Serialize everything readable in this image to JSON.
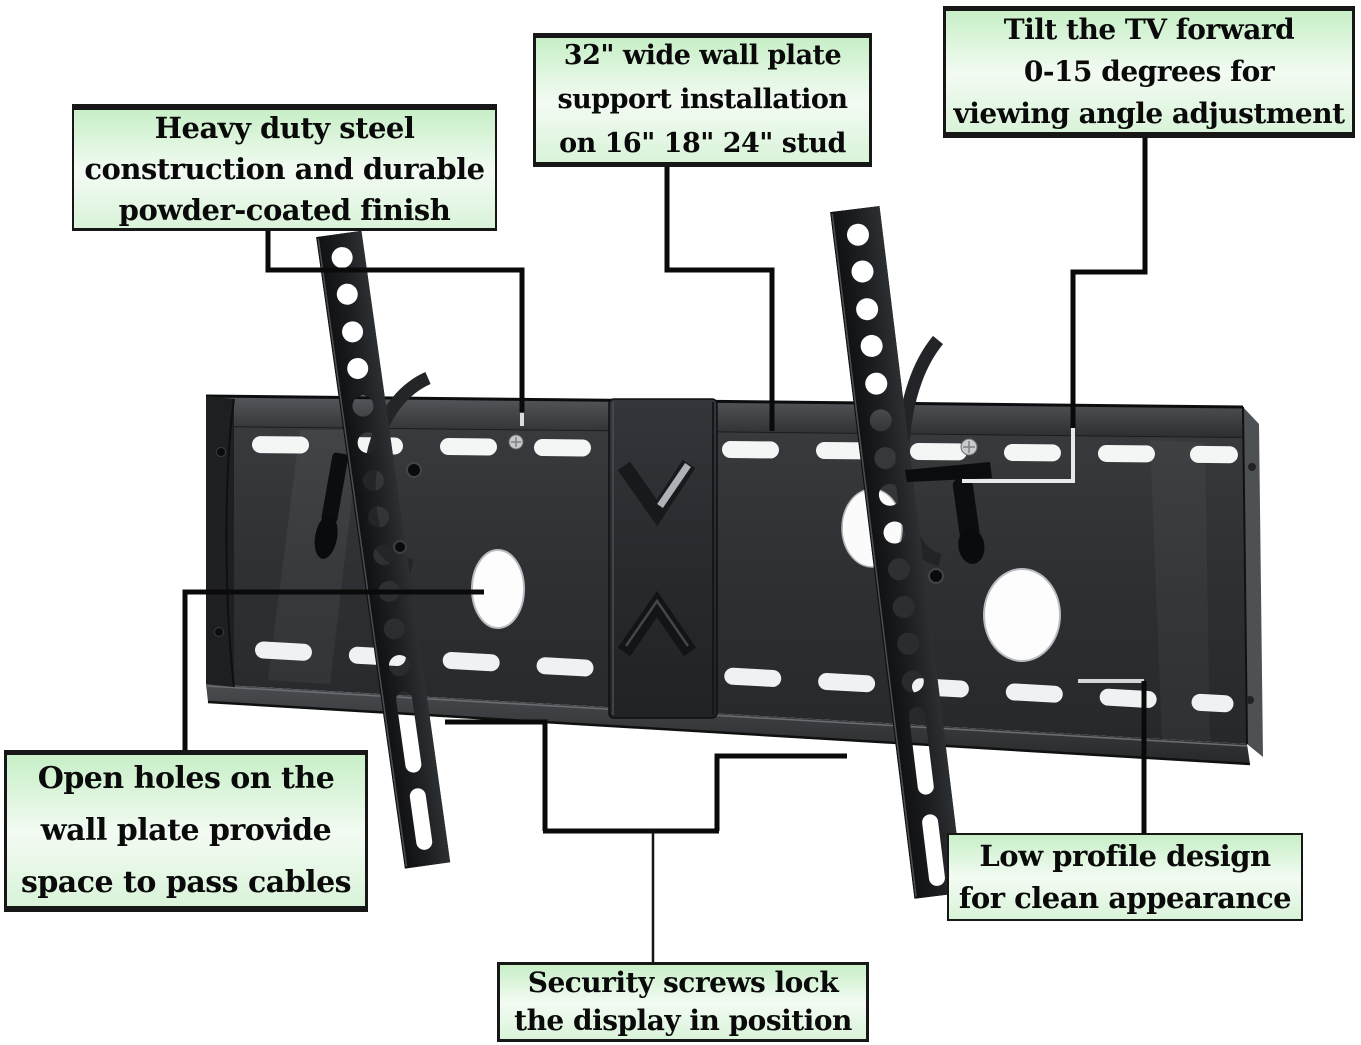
{
  "title": "Tilting TV wall mount feature diagram",
  "colors": {
    "background": "#ffffff",
    "callout_fill": "#c7efc7",
    "callout_border": "#171717",
    "leader_line": "#0a0a0a",
    "leader_line_on_metal": "#e8e9ea",
    "metal_dark": "#17181a",
    "metal_mid": "#2e3134",
    "slot_white": "#f4f5f5"
  },
  "callouts": [
    {
      "id": "heavy-duty-steel",
      "lines": [
        "Heavy duty steel",
        "construction and durable",
        "powder-coated finish"
      ]
    },
    {
      "id": "wall-plate-width",
      "lines": [
        "32\" wide wall plate",
        "support installation",
        "on 16\" 18\" 24\" stud"
      ]
    },
    {
      "id": "tilt-adjustment",
      "lines": [
        "Tilt the TV forward",
        "0-15 degrees for",
        "viewing angle adjustment"
      ]
    },
    {
      "id": "cable-holes",
      "lines": [
        "Open holes on the",
        "wall plate provide",
        "space to pass cables"
      ]
    },
    {
      "id": "low-profile",
      "lines": [
        "Low profile design",
        "for clean appearance"
      ]
    },
    {
      "id": "security-screws",
      "lines": [
        "Security screws lock",
        "the display in position"
      ]
    }
  ]
}
